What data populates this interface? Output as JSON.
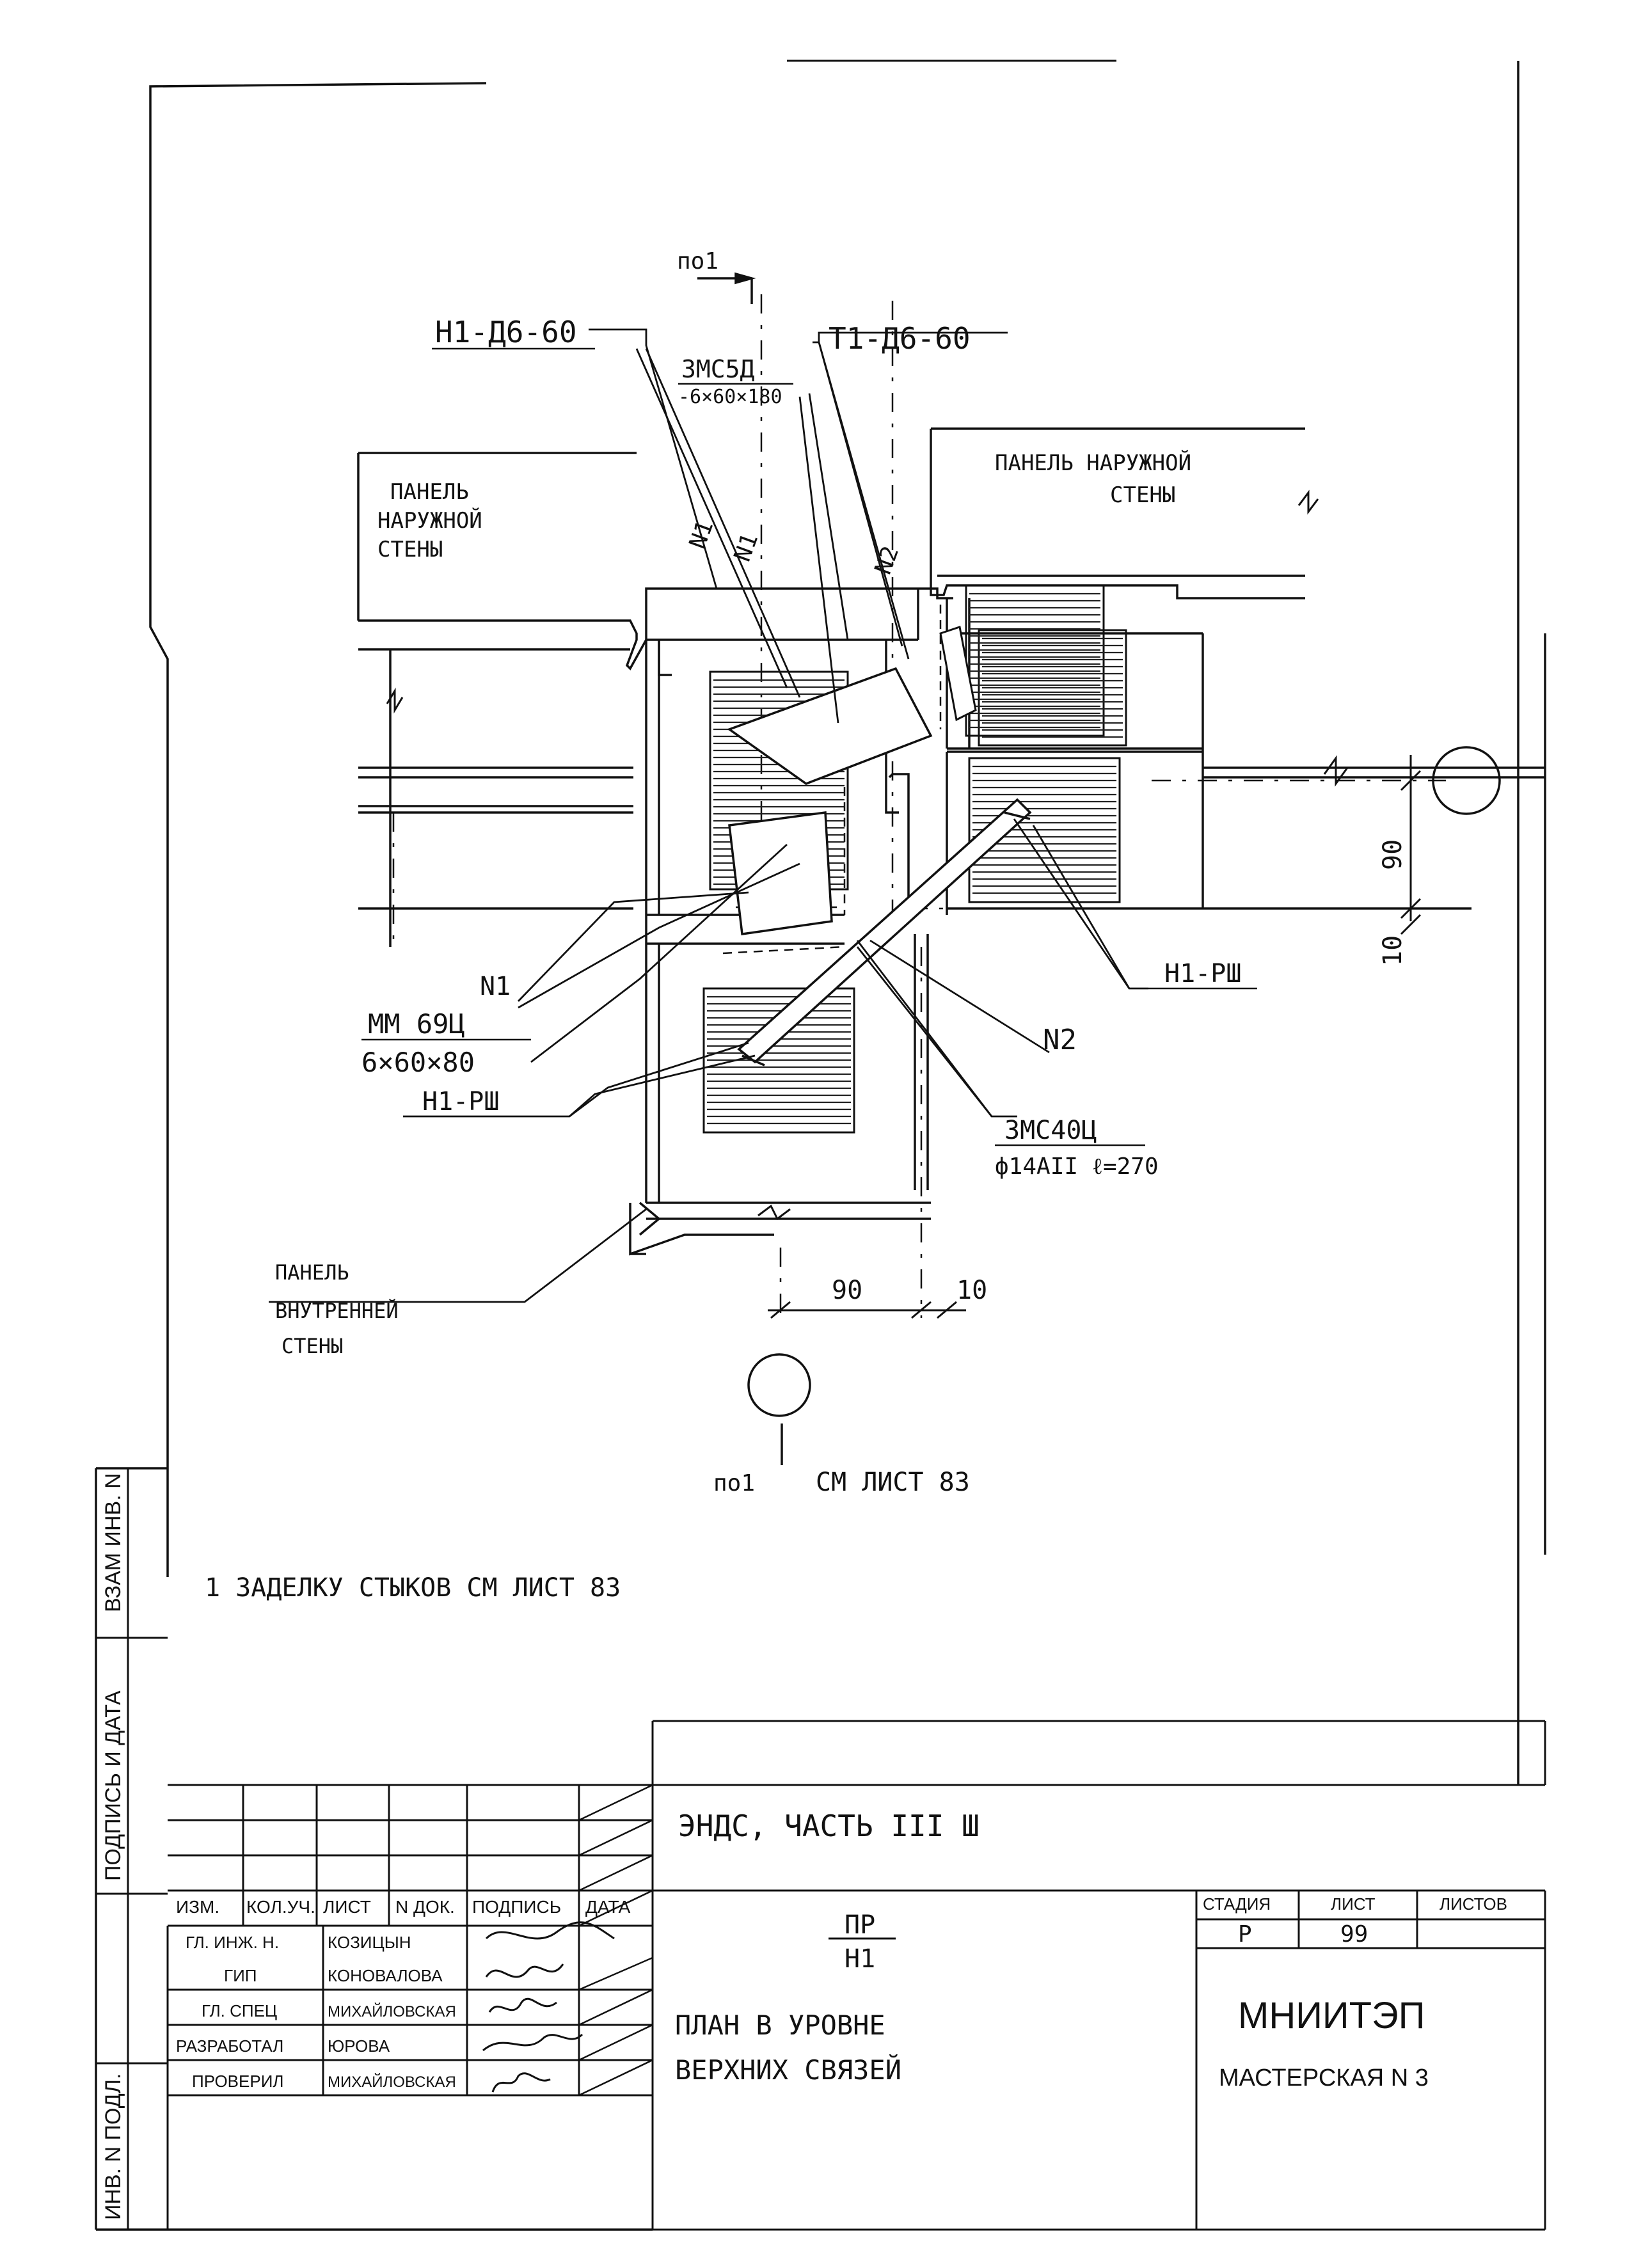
{
  "drawing": {
    "section_marker_top": "по1",
    "section_marker_bottom": "по1",
    "section_reference": "СМ ЛИСТ 83",
    "label_h1_d6": "Н1-Д6-60",
    "label_t1_d6": "Т1-Д6-60",
    "label_3mc5d": "3МС5Д",
    "label_3mc5d_size": "-6×60×180",
    "panel_ext_left": [
      "ПАНЕЛЬ",
      "НАРУЖНОЙ",
      "СТЕНЫ"
    ],
    "panel_ext_right": [
      "ПАНЕЛЬ НАРУЖНОЙ",
      "СТЕНЫ"
    ],
    "panel_int": [
      "ПАНЕЛЬ",
      "ВНУТРЕННЕЙ",
      "СТЕНЫ"
    ],
    "mark_n1_a": "N1",
    "mark_n1_b": "N1",
    "mark_n2_top": "N2",
    "mark_n1_left": "N1",
    "mark_n2_right": "N2",
    "label_mm69": "ММ 69Ц",
    "label_mm69_size": "6×60×80",
    "label_h1_rsh_left": "Н1-РШ",
    "label_h1_rsh_right": "Н1-РШ",
    "label_3mc40": "3МС40Ц",
    "label_3mc40_size": "ф14АII  ℓ=270",
    "dim_90_right": "90",
    "dim_10_right": "10",
    "dim_90_bottom": "90",
    "dim_10_bottom": "10",
    "note_bottom": "1 ЗАДЕЛКУ СТЫКОВ СМ ЛИСТ 83"
  },
  "side_stamp": {
    "vzam": "ВЗАМ  ИНВ. N",
    "podpis": "ПОДПИСЬ И ДАТА",
    "inv": "ИНВ. N ПОДЛ."
  },
  "title_block": {
    "project": "ЭНДС, ЧАСТЬ III Ш",
    "headers": [
      "ИЗМ.",
      "КОЛ.УЧ.",
      "ЛИСТ",
      "N ДОК.",
      "ПОДПИСЬ",
      "ДАТА"
    ],
    "staff": [
      {
        "role": "ГЛ. ИНЖ. Н.",
        "name": "КОЗИЦЫН"
      },
      {
        "role": "ГИП",
        "name": "КОНОВАЛОВА"
      },
      {
        "role": "ГЛ. СПЕЦ",
        "name": "МИХАЙЛОВСКАЯ"
      },
      {
        "role": "РАЗРАБОТАЛ",
        "name": "ЮРОВА"
      },
      {
        "role": "ПРОВЕРИЛ",
        "name": "МИХАЙЛОВСКАЯ"
      }
    ],
    "sheet_code_top": "ПР",
    "sheet_code_bottom": "Н1",
    "sheet_title_line1": "ПЛАН В УРОВНЕ",
    "sheet_title_line2": "ВЕРХНИХ СВЯЗЕЙ",
    "stage_label": "СТАДИЯ",
    "sheet_label": "ЛИСТ",
    "sheets_label": "ЛИСТОВ",
    "stage_value": "Р",
    "sheet_value": "99",
    "org": "МНИИТЭП",
    "workshop": "МАСТЕРСКАЯ N 3"
  }
}
